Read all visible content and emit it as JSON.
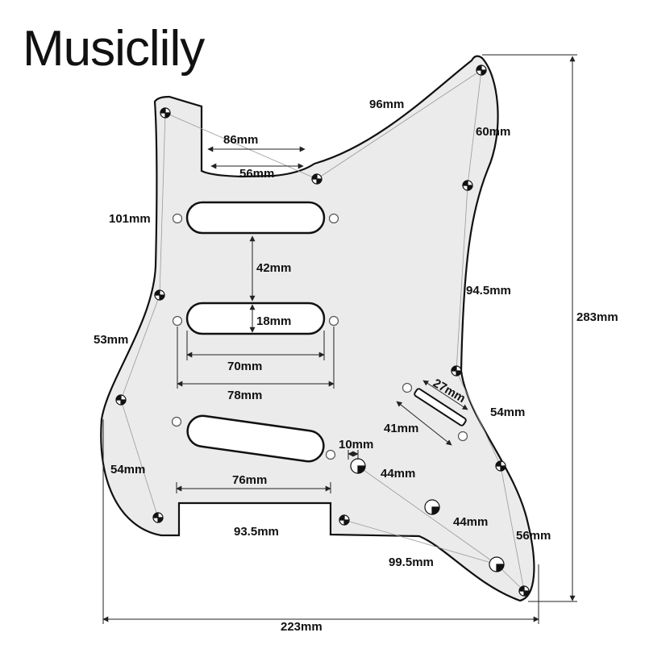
{
  "brand": "Musiclily",
  "colors": {
    "pickguard_fill": "#ebebeb",
    "outline": "#111111",
    "guide_line": "#9a9a9a",
    "screw_fill": "#ffffff"
  },
  "labels": {
    "mm96": "96mm",
    "mm60": "60mm",
    "mm86": "86mm",
    "mm56_top": "56mm",
    "mm101": "101mm",
    "mm42": "42mm",
    "mm18": "18mm",
    "mm94_5": "94.5mm",
    "mm283": "283mm",
    "mm53": "53mm",
    "mm70": "70mm",
    "mm78": "78mm",
    "mm27": "27mm",
    "mm54_right": "54mm",
    "mm41": "41mm",
    "mm10": "10mm",
    "mm54_left": "54mm",
    "mm44_a": "44mm",
    "mm76": "76mm",
    "mm44_b": "44mm",
    "mm56_right": "56mm",
    "mm93_5": "93.5mm",
    "mm99_5": "99.5mm",
    "mm223": "223mm"
  }
}
